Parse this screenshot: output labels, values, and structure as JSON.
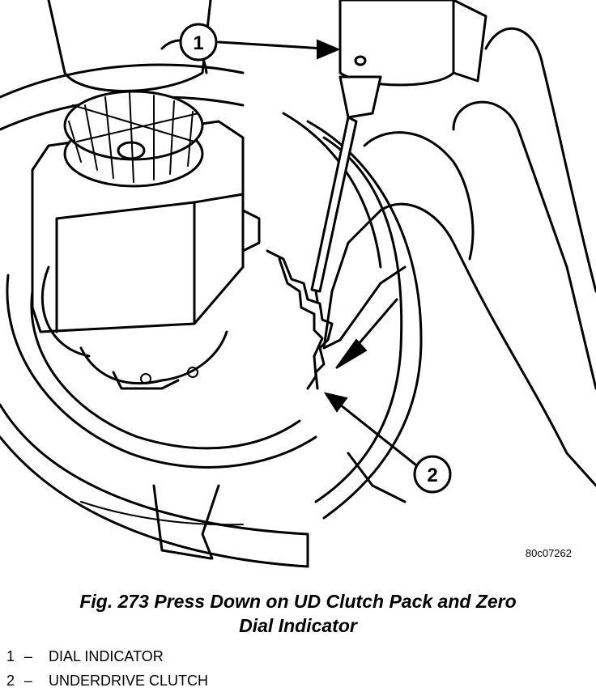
{
  "figure": {
    "image_id": "80c07262",
    "caption_line1": "Fig. 273 Press Down on UD Clutch Pack and Zero",
    "caption_line2": "Dial Indicator"
  },
  "callouts": [
    {
      "number": "1",
      "label": "DIAL INDICATOR"
    },
    {
      "number": "2",
      "label": "UNDERDRIVE CLUTCH"
    }
  ],
  "legend_separator": "–"
}
